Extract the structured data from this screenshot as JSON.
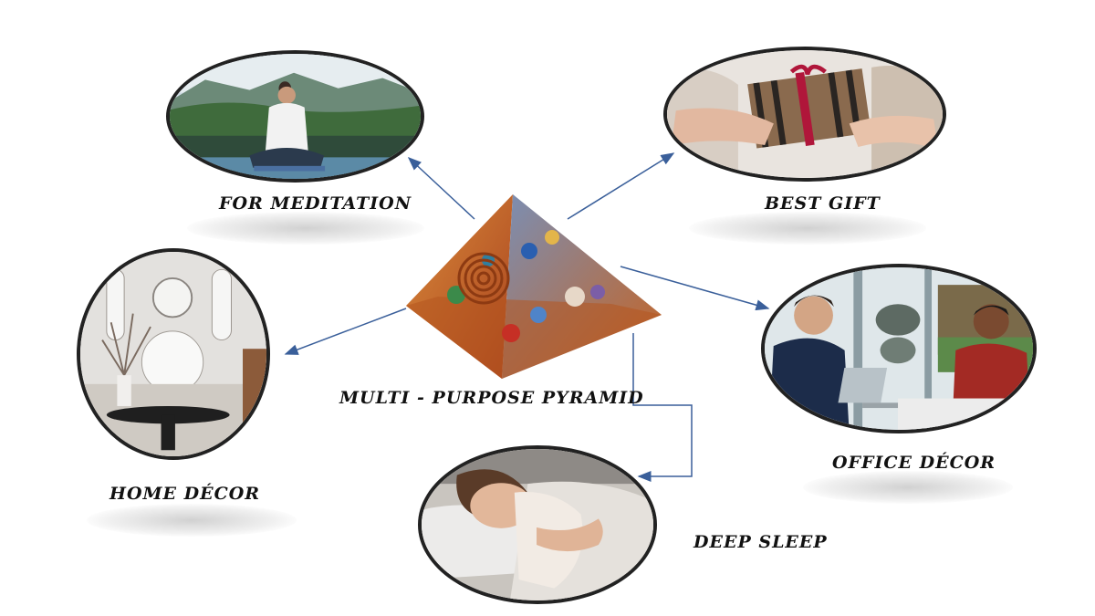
{
  "center": {
    "label": "MULTI - PURPOSE PYRAMID"
  },
  "uses": [
    {
      "key": "meditation",
      "label": "FOR MEDITATION"
    },
    {
      "key": "gift",
      "label": "BEST GIFT"
    },
    {
      "key": "home",
      "label": "HOME DÉCOR"
    },
    {
      "key": "office",
      "label": "OFFICE DÉCOR"
    },
    {
      "key": "sleep",
      "label": "DEEP SLEEP"
    }
  ],
  "colors": {
    "arrow": "#3a5f9a",
    "oval_border": "#222222",
    "label": "#111111"
  }
}
